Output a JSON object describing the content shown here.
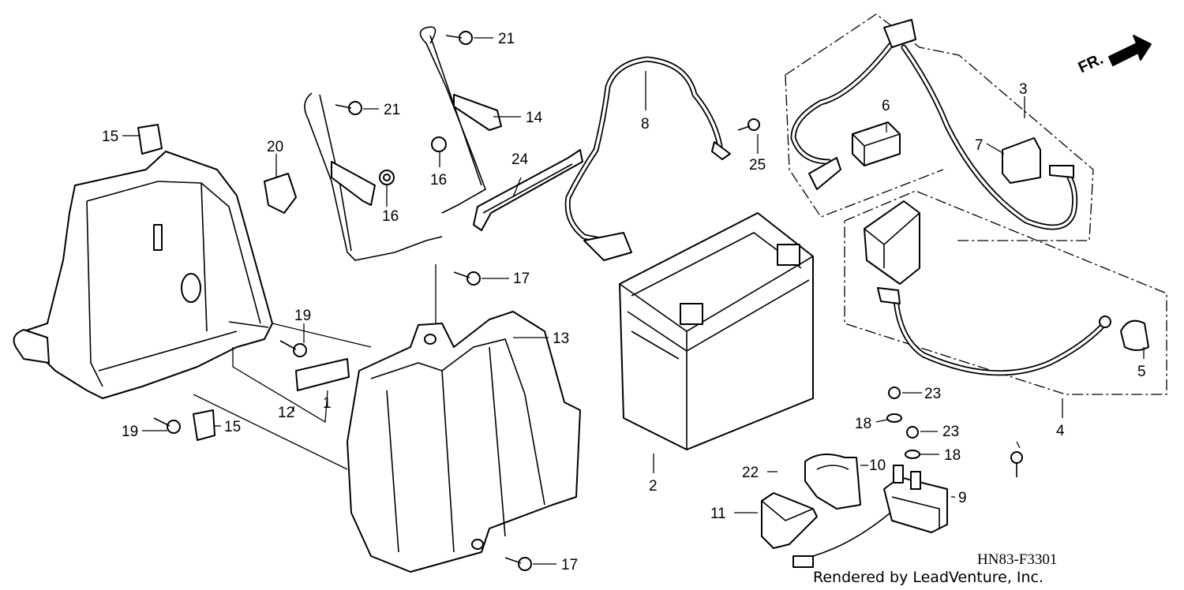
{
  "diagram": {
    "drawing_code": "HN83-F3301",
    "credit": "Rendered by LeadVenture, Inc.",
    "direction_label": "FR.",
    "callouts": [
      "1",
      "2",
      "3",
      "4",
      "5",
      "6",
      "7",
      "8",
      "9",
      "10",
      "11",
      "12",
      "13",
      "14",
      "15",
      "15",
      "16",
      "16",
      "17",
      "17",
      "18",
      "18",
      "19",
      "19",
      "20",
      "21",
      "21",
      "22",
      "23",
      "23",
      "24",
      "25"
    ]
  }
}
